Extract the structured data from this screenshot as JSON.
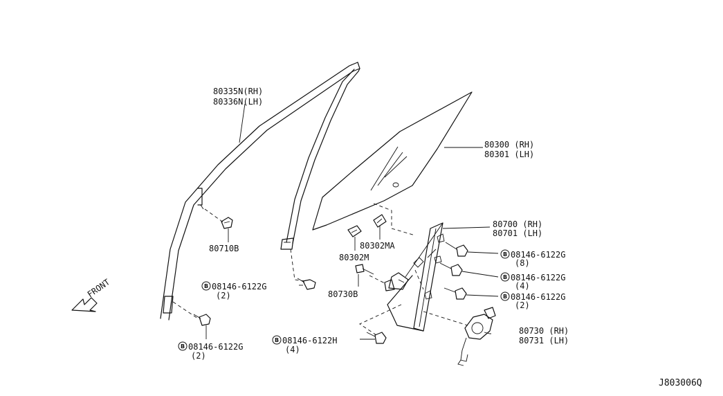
{
  "front_label": "FRONT",
  "diagram_code": "J803006Q",
  "bolt_badge": "B",
  "labels": {
    "sash_rh": "80335N(RH)",
    "sash_lh": "80336N(LH)",
    "glass_rh": "80300 (RH)",
    "glass_lh": "80301 (LH)",
    "regulator_rh": "80700 (RH)",
    "regulator_lh": "80701 (LH)",
    "motor_rh": "80730 (RH)",
    "motor_lh": "80731 (LH)",
    "clip_80710b": "80710B",
    "bolt_80730b": "80730B",
    "holder_80302m": "80302M",
    "holder_80302ma": "80302MA",
    "bolt_g_2_left": "08146-6122G",
    "bolt_g_2_left_qty": "(2)",
    "bolt_g_2_bottom": "08146-6122G",
    "bolt_g_2_bottom_qty": "(2)",
    "bolt_g_8": "08146-6122G",
    "bolt_g_8_qty": "(8)",
    "bolt_g_4": "08146-6122G",
    "bolt_g_4_qty": "(4)",
    "bolt_g_2_right": "08146-6122G",
    "bolt_g_2_right_qty": "(2)",
    "bolt_h_4": "08146-6122H",
    "bolt_h_4_qty": "(4)"
  }
}
